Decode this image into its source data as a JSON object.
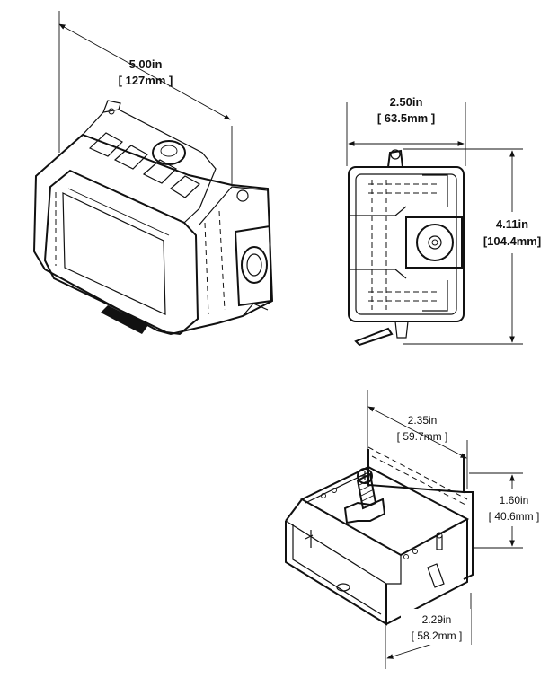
{
  "dimensions": {
    "enclosure_width": {
      "imperial": "5.00in",
      "metric": "127mm"
    },
    "enclosure_depth": {
      "imperial": "2.50in",
      "metric": "63.5mm"
    },
    "enclosure_height": {
      "imperial": "4.11in",
      "metric": "104.4mm"
    },
    "bracket_width": {
      "imperial": "2.35in",
      "metric": "59.7mm"
    },
    "bracket_height": {
      "imperial": "1.60in",
      "metric": "40.6mm"
    },
    "bracket_depth": {
      "imperial": "2.29in",
      "metric": "58.2mm"
    }
  }
}
